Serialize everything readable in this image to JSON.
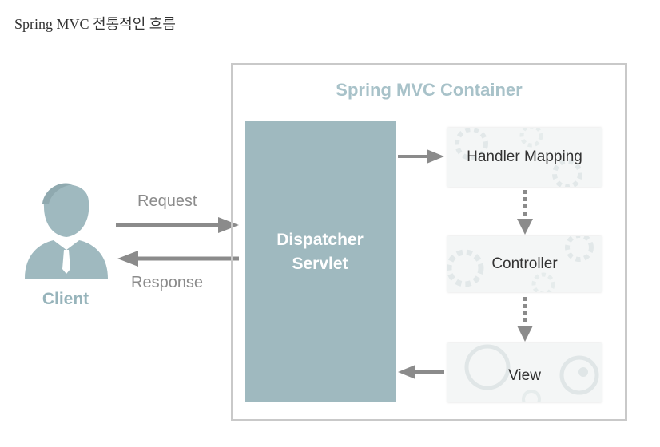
{
  "page": {
    "title": "Spring MVC 전통적인 흐름"
  },
  "diagram": {
    "container_title": "Spring MVC Container",
    "dispatcher_label": "Dispatcher\nServlet",
    "client_label": "Client",
    "request_label": "Request",
    "response_label": "Response",
    "components": {
      "handler_mapping": "Handler Mapping",
      "controller": "Controller",
      "view": "View"
    }
  },
  "colors": {
    "accent": "#9fb9bf",
    "container_title": "#a8c2c9",
    "arrow": "#8b8b8b",
    "border": "#c9c9c9"
  }
}
